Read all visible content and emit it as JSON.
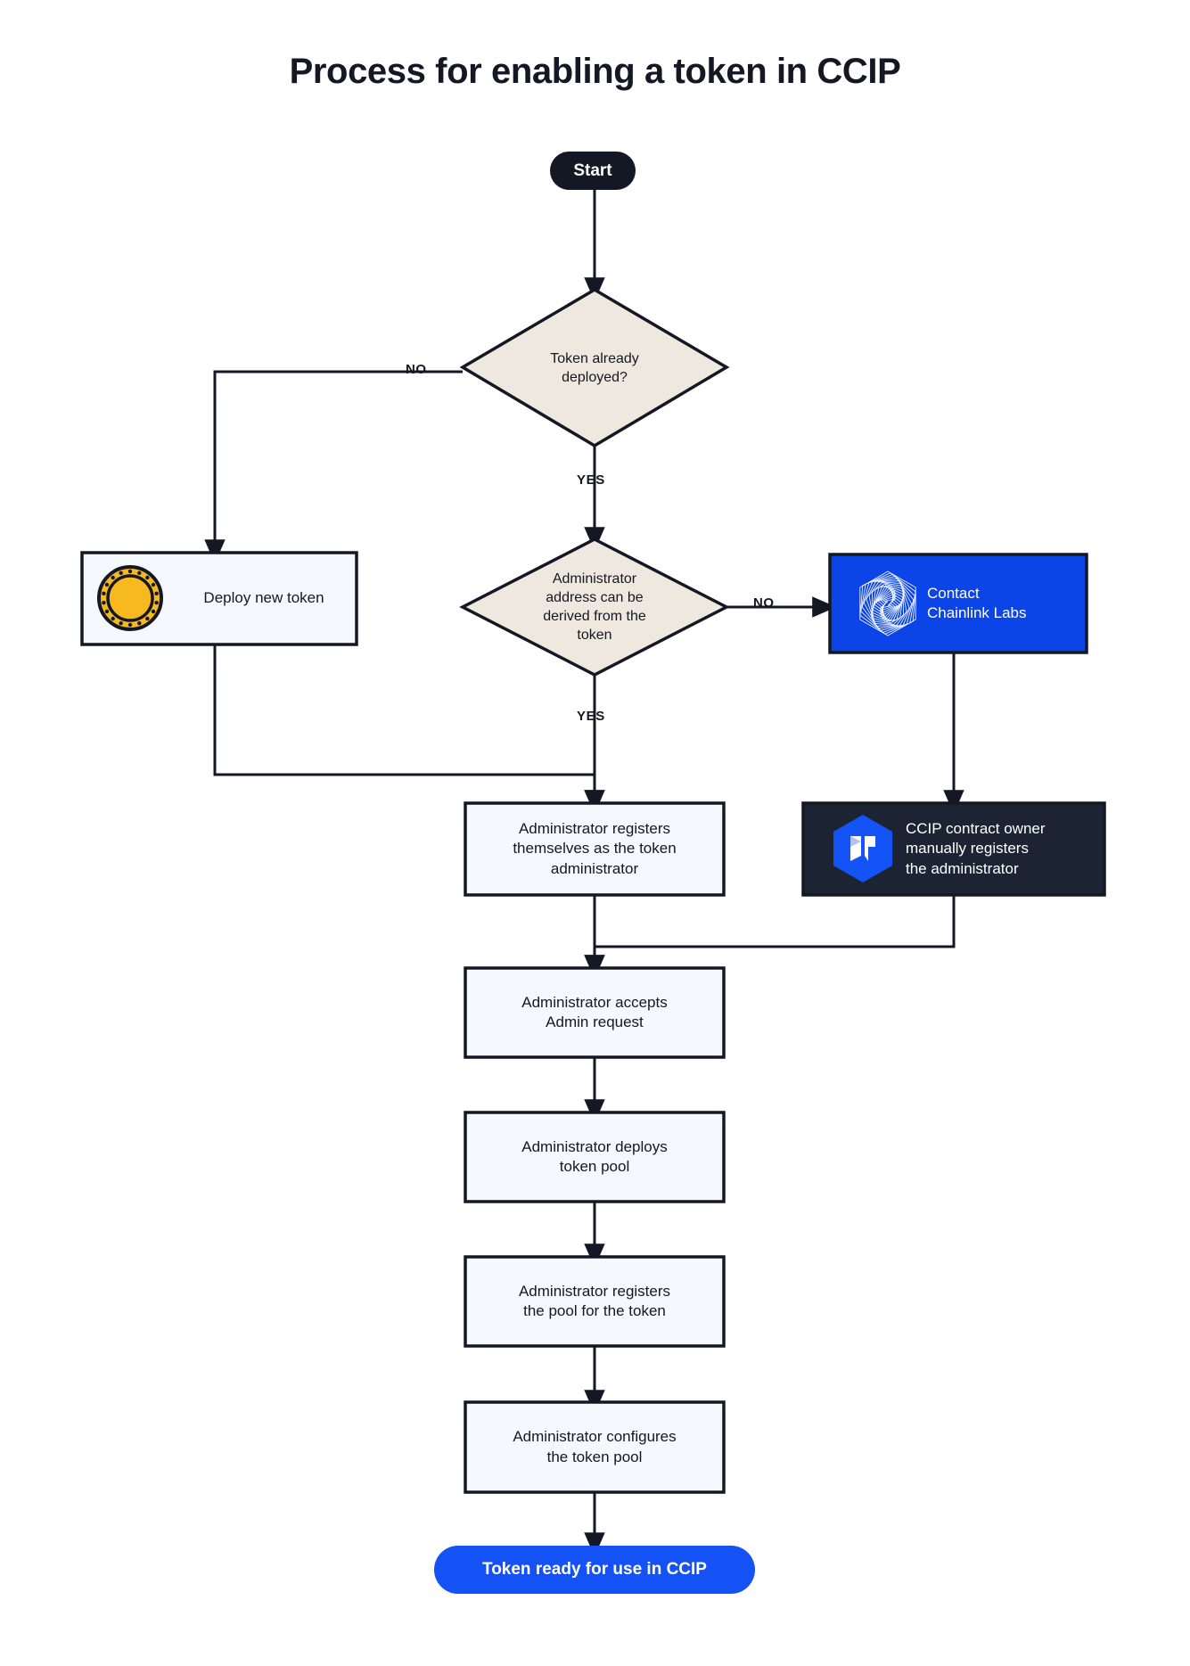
{
  "title": "Process for enabling a token in CCIP",
  "colors": {
    "page_background": "#FFFFFF",
    "ink": "#141824",
    "start_pill_fill": "#141824",
    "start_pill_text": "#FFFFFF",
    "decision_fill": "#EFE8DE",
    "process_fill": "#F5F8FD",
    "chainlink_blue": "#0B45E8",
    "ccip_dark": "#1C2433",
    "ccip_logo_blue": "#1453F5",
    "end_pill_fill": "#1452F5",
    "end_pill_text": "#FFFFFF",
    "coin_gold": "#F7B920",
    "coin_outline": "#141824"
  },
  "nodes": {
    "start": {
      "id": "start",
      "label": "Start",
      "shape": "pill",
      "style": "dark"
    },
    "decision_token_deployed": {
      "id": "decision-token-deployed",
      "label": "Token already\ndeployed?",
      "shape": "diamond",
      "style": "decision"
    },
    "deploy_new_token": {
      "id": "deploy-new-token",
      "label": "Deploy new token",
      "shape": "rect",
      "style": "process",
      "icon": "coin-icon"
    },
    "decision_admin_derived": {
      "id": "decision-admin-derived",
      "label": "Administrator\naddress can be\nderived from the\ntoken",
      "shape": "diamond",
      "style": "decision"
    },
    "contact_chainlink_labs": {
      "id": "contact-chainlink-labs",
      "label": "Contact\nChainlink Labs",
      "shape": "rect",
      "style": "chainlink-blue",
      "icon": "chainlink-labs-spiral-icon"
    },
    "admin_registers_self": {
      "id": "admin-registers-self",
      "label": "Administrator registers\nthemselves as the token\nadministrator",
      "shape": "rect",
      "style": "process"
    },
    "ccip_owner_registers": {
      "id": "ccip-owner-registers",
      "label": "CCIP contract owner\nmanually registers\nthe administrator",
      "shape": "rect",
      "style": "ccip-dark",
      "icon": "ccip-hexagon-icon"
    },
    "admin_accepts": {
      "id": "admin-accepts-request",
      "label": "Administrator accepts\nAdmin request",
      "shape": "rect",
      "style": "process"
    },
    "admin_deploys_pool": {
      "id": "admin-deploys-pool",
      "label": "Administrator deploys\ntoken pool",
      "shape": "rect",
      "style": "process"
    },
    "admin_registers_pool": {
      "id": "admin-registers-pool",
      "label": "Administrator registers\nthe pool for the token",
      "shape": "rect",
      "style": "process"
    },
    "admin_configures_pool": {
      "id": "admin-configures-pool",
      "label": "Administrator configures\nthe token pool",
      "shape": "rect",
      "style": "process"
    },
    "end": {
      "id": "token-ready",
      "label": "Token ready for use in CCIP",
      "shape": "pill",
      "style": "blue"
    }
  },
  "edge_labels": {
    "deployed_no": "NO",
    "deployed_yes": "YES",
    "derived_no": "NO",
    "derived_yes": "YES"
  },
  "icons": {
    "coin": "coin-icon",
    "chainlink_spiral": "chainlink-labs-spiral-icon",
    "ccip_hexagon": "ccip-hexagon-icon"
  }
}
